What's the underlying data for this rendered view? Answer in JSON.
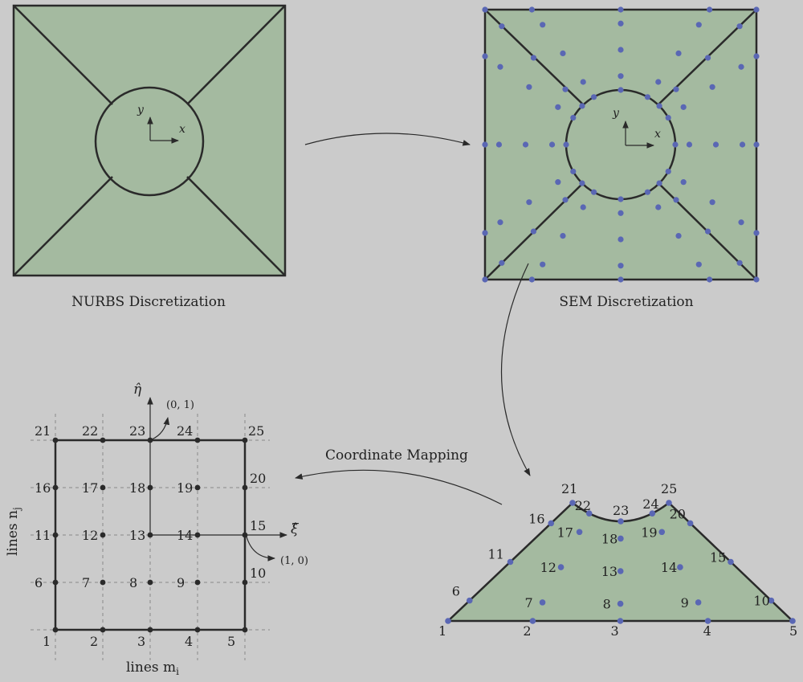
{
  "captions": {
    "nurbs": "NURBS Discretization",
    "sem": "SEM Discretization",
    "mapping": "Coordinate Mapping"
  },
  "axes": {
    "x": "x",
    "y": "y",
    "xi_hat": "ξ̂",
    "eta_hat": "η̂",
    "lines_m": "lines m",
    "lines_m_sub": "i",
    "lines_n": "lines n",
    "lines_n_sub": "j"
  },
  "points": {
    "eta_end": "(0, 1)",
    "xi_end": "(1, 0)"
  },
  "node_labels": [
    "1",
    "2",
    "3",
    "4",
    "5",
    "6",
    "7",
    "8",
    "9",
    "10",
    "11",
    "12",
    "13",
    "14",
    "15",
    "16",
    "17",
    "18",
    "19",
    "20",
    "21",
    "22",
    "23",
    "24",
    "25"
  ],
  "colors": {
    "background": "#cbcbcb",
    "element_fill": "#a4baa0",
    "node_blue": "#5a67b4",
    "grid_node": "#2a2a2a"
  }
}
